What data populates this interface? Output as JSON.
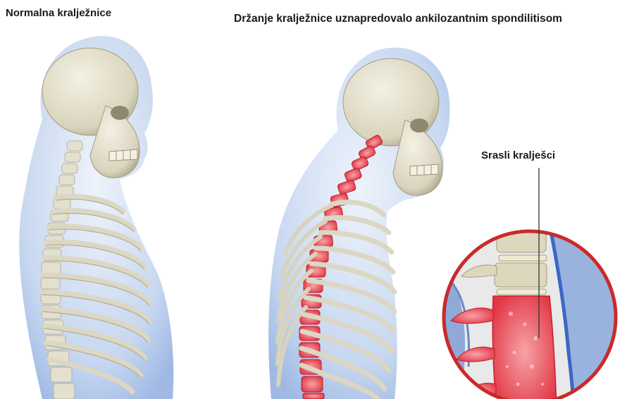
{
  "labels": {
    "normal_spine": "Normalna kralježnice",
    "as_spine": "Držanje kralježnice uznapredovalo ankilozantnim spondilitisom",
    "fused_vertebrae": "Srasli kralješci"
  },
  "colors": {
    "body_silhouette": "#aec6ea",
    "bone": "#e4e0cf",
    "bone_shadow": "#b9b39c",
    "fused_bone": "#e8424f",
    "circle_border": "#c92a2a"
  }
}
